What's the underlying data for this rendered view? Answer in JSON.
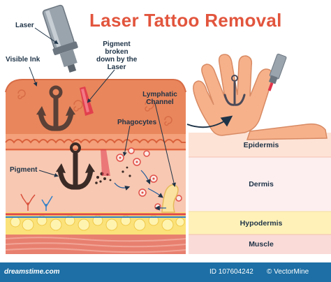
{
  "title": "Laser Tattoo Removal",
  "labels": {
    "laser": "Laser",
    "visible_ink": "Visible Ink",
    "pigment_broken_1": "Pigment",
    "pigment_broken_2": "broken",
    "pigment_broken_3": "down by the",
    "pigment_broken_4": "Laser",
    "lymphatic_1": "Lymphatic",
    "lymphatic_2": "Channel",
    "phagocytes": "Phagocytes",
    "pigment": "Pigment"
  },
  "layers": {
    "epidermis": "Epidermis",
    "dermis": "Dermis",
    "hypodermis": "Hypodermis",
    "muscle": "Muscle"
  },
  "footer": {
    "logo": "dreamstime.com",
    "id_text": "ID 107604242",
    "credit": "© VectorMine"
  },
  "colors": {
    "title": "#e2553d",
    "label": "#1e3347",
    "skin": "#e9865c",
    "ink": "#5a4037",
    "laser": "#e0344a",
    "footer": "#1d6fa5"
  }
}
